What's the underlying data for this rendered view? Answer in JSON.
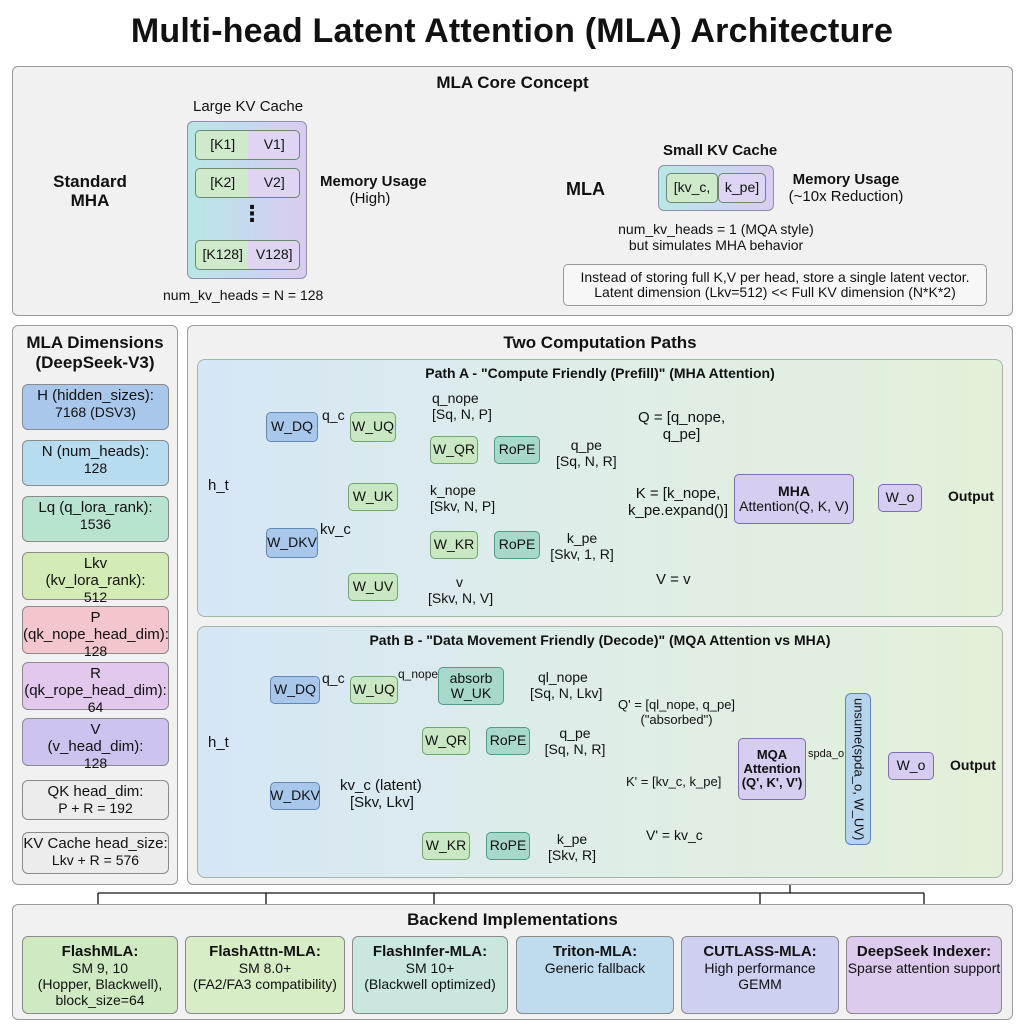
{
  "title": "Multi-head Latent Attention (MLA) Architecture",
  "core": {
    "title": "MLA Core Concept",
    "standard": {
      "label_line1": "Standard",
      "label_line2": "MHA",
      "cache_title": "Large KV Cache",
      "rows": [
        {
          "k": "[K1]",
          "v": "V1]"
        },
        {
          "k": "[K2]",
          "v": "V2]"
        },
        {
          "k": "[K128]",
          "v": "V128]"
        }
      ],
      "ellipsis": "⋮",
      "heads": "num_kv_heads = N = 128",
      "memory_line1": "Memory Usage",
      "memory_line2": "(High)"
    },
    "mla": {
      "label": "MLA",
      "cache_title": "Small KV Cache",
      "kv_c": "[kv_c,",
      "k_pe": "k_pe]",
      "heads_line1": "num_kv_heads = 1 (MQA style)",
      "heads_line2": "but simulates MHA behavior",
      "memory_line1": "Memory Usage",
      "memory_line2": "(~10x Reduction)"
    },
    "note_line1": "Instead of storing full K,V per head, store a single latent vector.",
    "note_line2": "Latent dimension (Lkv=512) << Full KV dimension (N*K*2)"
  },
  "dims": {
    "title_line1": "MLA Dimensions",
    "title_line2": "(DeepSeek-V3)",
    "items": [
      {
        "l1": "H (hidden_sizes):",
        "l2": "7168 (DSV3)",
        "color": "#a9c7ea"
      },
      {
        "l1": "N (num_heads):",
        "l2": "128",
        "color": "#b7dbef"
      },
      {
        "l1": "Lq (q_lora_rank):",
        "l2": "1536",
        "color": "#b8e3cf"
      },
      {
        "l1": "Lkv",
        "l2": "(kv_lora_rank):",
        "l3": "512",
        "color": "#d3ebb5"
      },
      {
        "l1": "P",
        "l2": "(qk_nope_head_dim):",
        "l3": "128",
        "color": "#f2c6cc"
      },
      {
        "l1": "R",
        "l2": "(qk_rope_head_dim):",
        "l3": "64",
        "color": "#e1c8ec"
      },
      {
        "l1": "V",
        "l2": "(v_head_dim):",
        "l3": "128",
        "color": "#cdc3ee"
      },
      {
        "l1": "QK head_dim:",
        "l2": "P + R = 192",
        "color": "#ececec"
      },
      {
        "l1": "KV Cache head_size:",
        "l2": "Lkv + R = 576",
        "color": "#ececec"
      }
    ]
  },
  "paths": {
    "title": "Two Computation Paths",
    "a": {
      "title": "Path A - \"Compute Friendly (Prefill)\" (MHA Attention)",
      "h_t": "h_t",
      "w_dq": "W_DQ",
      "q_c": "q_c",
      "w_uq": "W_UQ",
      "q_nope": "q_nope",
      "q_nope_shape": "[Sq, N, P]",
      "w_qr": "W_QR",
      "rope1": "RoPE",
      "q_pe": "q_pe",
      "q_pe_shape": "[Sq, N, R]",
      "q_eq_line1": "Q = [q_nope,",
      "q_eq_line2": "q_pe]",
      "w_dkv": "W_DKV",
      "kv_c": "kv_c",
      "w_uk": "W_UK",
      "k_nope": "k_nope",
      "k_nope_shape": "[Skv, N, P]",
      "w_kr": "W_KR",
      "rope2": "RoPE",
      "k_pe": "k_pe",
      "k_pe_shape": "[Skv, 1, R]",
      "k_eq_line1": "K = [k_nope,",
      "k_eq_line2": "k_pe.expand()]",
      "w_uv": "W_UV",
      "v": "v",
      "v_shape": "[Skv, N, V]",
      "v_eq": "V = v",
      "mha_line1": "MHA",
      "mha_line2": "Attention(Q, K, V)",
      "w_o": "W_o",
      "output": "Output"
    },
    "b": {
      "title": "Path B - \"Data Movement Friendly (Decode)\" (MQA Attention vs MHA)",
      "h_t": "h_t",
      "w_dq": "W_DQ",
      "q_c": "q_c",
      "w_uq": "W_UQ",
      "q_nope": "q_nope",
      "absorb_line1": "absorb",
      "absorb_line2": "W_UK",
      "ql_nope": "ql_nope",
      "ql_nope_shape": "[Sq, N, Lkv]",
      "w_qr": "W_QR",
      "rope1": "RoPE",
      "q_pe": "q_pe",
      "q_pe_shape": "[Sq, N, R]",
      "q_eq": "Q' = [ql_nope, q_pe]",
      "q_eq_note": "(\"absorbed\")",
      "w_dkv": "W_DKV",
      "kv_c": "kv_c (latent)",
      "kv_c_shape": "[Skv, Lkv]",
      "k_eq": "K' = [kv_c, k_pe]",
      "w_kr": "W_KR",
      "rope2": "RoPE",
      "k_pe": "k_pe",
      "k_pe_shape": "[Skv, R]",
      "v_eq": "V' = kv_c",
      "mqa_line1": "MQA",
      "mqa_line2": "Attention",
      "mqa_line3": "(Q', K', V')",
      "spda": "spda_o",
      "unsume": "unsume(spda_o, W_UV)",
      "w_o": "W_o",
      "output": "Output"
    }
  },
  "backends": {
    "title": "Backend Implementations",
    "items": [
      {
        "name": "FlashMLA:",
        "l1": "SM 9, 10",
        "l2": "(Hopper, Blackwell),",
        "l3": "block_size=64",
        "color": "#cfeac3"
      },
      {
        "name": "FlashAttn-MLA:",
        "l1": "SM 8.0+",
        "l2": "(FA2/FA3 compatibility)",
        "l3": "",
        "color": "#d7edc6"
      },
      {
        "name": "FlashInfer-MLA:",
        "l1": "SM 10+",
        "l2": "(Blackwell optimized)",
        "l3": "",
        "color": "#c9e7df"
      },
      {
        "name": "Triton-MLA:",
        "l1": "Generic fallback",
        "l2": "",
        "l3": "",
        "color": "#bfdcef"
      },
      {
        "name": "CUTLASS-MLA:",
        "l1": "High performance GEMM",
        "l2": "",
        "l3": "",
        "color": "#cdd0f0"
      },
      {
        "name": "DeepSeek Indexer:",
        "l1": "Sparse attention support",
        "l2": "",
        "l3": "",
        "color": "#dccbed"
      }
    ]
  }
}
